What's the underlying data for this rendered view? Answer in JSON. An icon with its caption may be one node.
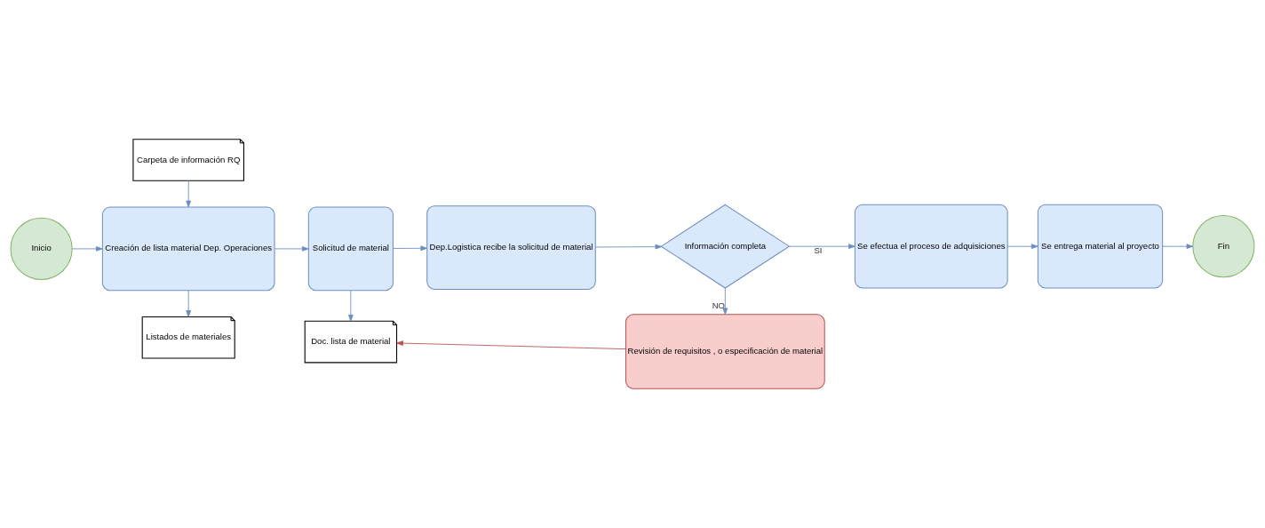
{
  "diagram": {
    "nodes": [
      {
        "text": [
          "Inicio"
        ]
      },
      {
        "text": [
          "Listados de materiales"
        ]
      },
      {
        "text": [
          "Creación de lista material Dep. Operaciones"
        ]
      },
      {
        "text": [
          "Carpeta de información RQ"
        ]
      },
      {
        "text": [
          "Solicitud de material"
        ]
      },
      {
        "text": [
          "Doc. lista de material"
        ]
      },
      {
        "text": [
          "Dep.Logistica recibe la solicitud de material"
        ]
      },
      {
        "text": [
          "Información completa"
        ]
      },
      {
        "text": [
          "Revisión de requisitos , o especificación de material"
        ]
      },
      {
        "text": [
          "Se efectua el proceso de adquisiciones"
        ]
      },
      {
        "text": [
          "Se entrega material al proyecto"
        ]
      },
      {
        "text": [
          "Fin"
        ]
      }
    ],
    "edges": [
      {
        "from": 0,
        "to": 2,
        "arrow": "to"
      },
      {
        "from": 2,
        "to": 1,
        "arrow": "to"
      },
      {
        "from": 3,
        "to": 2,
        "arrow": "to"
      },
      {
        "from": 2,
        "to": 4,
        "arrow": "to"
      },
      {
        "from": 4,
        "to": 5,
        "arrow": "to"
      },
      {
        "from": 4,
        "to": 6,
        "arrow": "to"
      },
      {
        "from": 6,
        "to": 7,
        "arrow": "to"
      },
      {
        "from": 7,
        "to": 9,
        "arrow": "to",
        "label": "SI"
      },
      {
        "from": 7,
        "to": 8,
        "arrow": "to",
        "label": "NO"
      },
      {
        "from": 8,
        "to": 5,
        "arrow": "to",
        "color": "#b85450"
      },
      {
        "from": 9,
        "to": 10,
        "arrow": "to"
      },
      {
        "from": 10,
        "to": 11,
        "arrow": "to"
      }
    ]
  }
}
